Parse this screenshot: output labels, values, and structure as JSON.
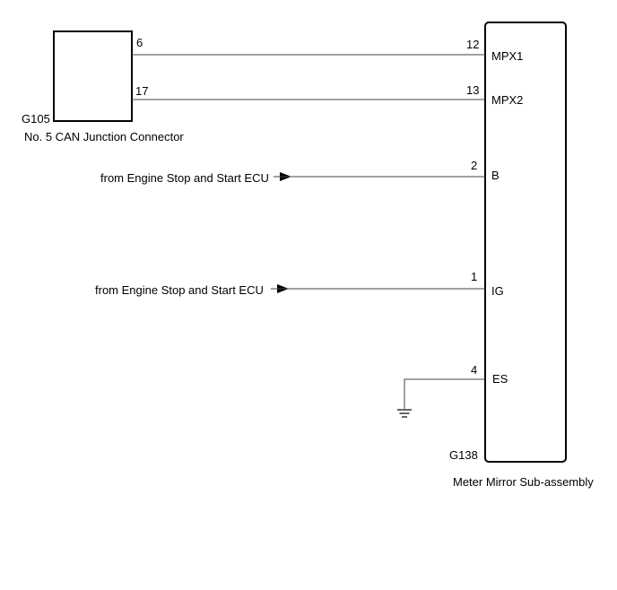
{
  "left_connector": {
    "id": "G105",
    "name": "No. 5 CAN Junction Connector",
    "pins": [
      "6",
      "17"
    ]
  },
  "right_component": {
    "id": "G138",
    "name": "Meter Mirror Sub-assembly",
    "terminals": [
      {
        "pin": "12",
        "label": "MPX1"
      },
      {
        "pin": "13",
        "label": "MPX2"
      },
      {
        "pin": "2",
        "label": "B"
      },
      {
        "pin": "1",
        "label": "IG"
      },
      {
        "pin": "4",
        "label": "ES"
      }
    ]
  },
  "inputs": [
    {
      "label": "from Engine Stop and Start ECU"
    },
    {
      "label": "from Engine Stop and Start ECU"
    }
  ],
  "colors": {
    "line": "#000000",
    "wire": "#444444",
    "background": "#ffffff"
  }
}
